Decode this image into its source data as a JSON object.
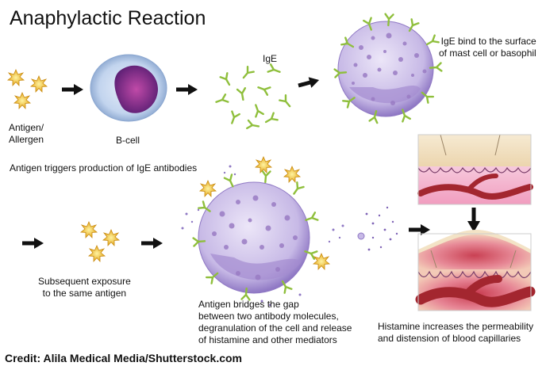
{
  "title": "Anaphylactic Reaction",
  "labels": {
    "antigen": "Antigen/\nAllergen",
    "bcell": "B-cell",
    "ige": "IgE",
    "ige_bind": "IgE bind to the surface\nof mast cell or basophil",
    "production": "Antigen triggers production of IgE antibodies",
    "exposure": "Subsequent exposure\nto the same antigen",
    "bridges": "Antigen bridges the gap\nbetween two antibody molecules,\ndegranulation of the cell and release\nof histamine and other mediators",
    "histamine": "Histamine increases the permeability\nand distension of blood capillaries"
  },
  "credit": "Credit: Alila Medical Media/Shutterstock.com",
  "colors": {
    "antigen": "#f2c12a",
    "antibody": "#8fbf3c",
    "cell": "#c8bde8",
    "granule": "#9a7cc4",
    "bcell": "#c9d9f0",
    "nucleus": "#7b2a8c",
    "skin": "#f3e6c9",
    "dermis": "#f0a9c6",
    "vessel": "#a3262f",
    "inflamed": "#e0607a"
  }
}
